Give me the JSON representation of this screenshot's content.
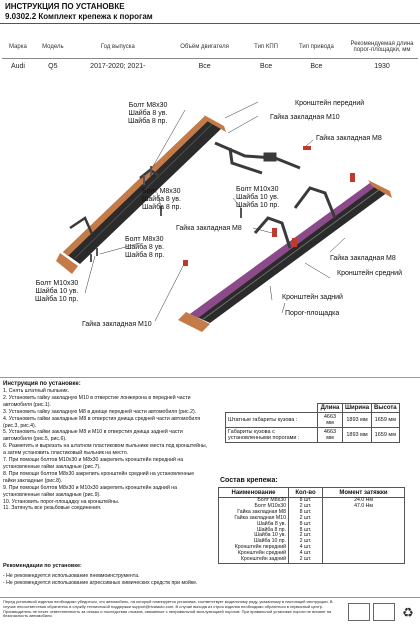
{
  "header": {
    "title": "ИНСТРУКЦИЯ ПО УСТАНОВКЕ",
    "subtitle": "9.0302.2 Комплект крепежа к порогам"
  },
  "spec": {
    "columns": [
      "Марка",
      "Модель",
      "Год выпуска",
      "Объём двигателя",
      "Тип КПП",
      "Тип привода",
      "Рекомендуемая длина порог-площадки, мм"
    ],
    "row": [
      "Audi",
      "Q5",
      "2017-2020; 2021-",
      "Все",
      "Все",
      "Все",
      "1930"
    ]
  },
  "labels": {
    "bolt1": [
      "Болт М8х30",
      "Шайба 8 ув.",
      "Шайба 8 пр."
    ],
    "bolt2": [
      "Болт М8х30",
      "Шайба 8 ув.",
      "Шайба 8 пр."
    ],
    "bolt3": [
      "Болт М10х30",
      "Шайба 10 ув.",
      "Шайба 10 пр."
    ],
    "bolt4": [
      "Болт М8х30",
      "Шайба 8 ув.",
      "Шайба 8 пр."
    ],
    "bolt5": [
      "Болт М10х30",
      "Шайба 10 ув.",
      "Шайба 10 пр."
    ],
    "front_bracket": "Кронштейн передний",
    "nut_m10_top": "Гайка закладная М10",
    "nut_m8_right": "Гайка закладная М8",
    "nut_m8_mid": "Гайка закладная М8",
    "nut_m8_right2": "Гайка закладная М8",
    "middle_bracket": "Кронштейн средний",
    "rear_bracket": "Кронштейн задний",
    "footboard": "Порог-площадка",
    "nut_m10_bottom": "Гайка закладная М10"
  },
  "instructions": {
    "title": "Инструкция по установке:",
    "steps": [
      "1. Снять штатный пыльник.",
      "2. Установить гайку закладную М10 в отверстие лонжерона в передней части автомобиля (рис.1).",
      "3. Установить гайку закладную М8 в днище передней части автомобиля (рис.2).",
      "4. Установить гайки закладные М8 в отверстия днища средней части автомобиля (рис.3, рис.4).",
      "5. Установить гайки закладные М8 и М10 в отверстия днища задней части автомобиля (рис.5, рис.6).",
      "6. Разметить и вырезать на штатном пластиковом пыльнике места под кронштейны, а затем установить пластиковый пыльник на место.",
      "7. При помощи болтов М10х30 и М8х30 закрепить кронштейн передний на установленные гайки закладные (рис.7).",
      "8. При помощи болтов М8х30 закрепить кронштейн средний на установленные гайки закладные (рис.8).",
      "9. При помощи болтов М8х30 и М10х30 закрепить кронштейн задний на установленные гайки закладные (рис.9).",
      "10. Установить порог-площадку на кронштейны.",
      "11. Затянуть все резьбовые соединения."
    ]
  },
  "recommendations": {
    "title": "Рекомендации по установке:",
    "items": [
      "- Не рекомендуется использование пневмоинструмента.",
      "- Не рекомендуется использование агрессивных химических средств при мойке."
    ]
  },
  "dimensions": {
    "columns": [
      "",
      "Длина",
      "Ширина",
      "Высота"
    ],
    "rows": [
      [
        "Штатные габариты кузова :",
        "4663 мм",
        "1893 мм",
        "1659 мм"
      ],
      [
        "Габариты кузова с установленными порогами :",
        "4663 мм",
        "1893 мм",
        "1659 мм"
      ]
    ]
  },
  "composition": {
    "title": "Состав крепежа:",
    "columns": [
      "Наименование",
      "Кол-во",
      "Момент затяжки"
    ],
    "rows": [
      [
        "Болт М8х30",
        "8 шт.",
        "24.0 Нм"
      ],
      [
        "Болт М10х30",
        "2 шт.",
        "47.0 Нм"
      ],
      [
        "Гайка закладная М8",
        "8 шт.",
        ""
      ],
      [
        "Гайка закладная М10",
        "2 шт.",
        ""
      ],
      [
        "Шайба 8 ув.",
        "8 шт.",
        ""
      ],
      [
        "Шайба 8 пр.",
        "8 шт.",
        ""
      ],
      [
        "Шайба 10 ув.",
        "2 шт.",
        ""
      ],
      [
        "Шайба 10 пр.",
        "2 шт.",
        ""
      ],
      [
        "Кронштейн передний",
        "4 шт.",
        ""
      ],
      [
        "Кронштейн средний",
        "4 шт.",
        ""
      ],
      [
        "Кронштейн задний",
        "2 шт.",
        ""
      ]
    ]
  },
  "footer": {
    "text": "Перед установкой изделия необходимо убедиться, что автомобиль, на который планируется установка, соответствует модельному ряду, указанному в настоящей инструкции. В случае несоответствия обратитесь в службу технической поддержки support@rivalauto.com. В случае выхода из строя изделия необходимо обратиться в сервисный центр. Производитель не несет ответственность за отказы и последствия отказов, связанные с неправильной эксплуатацией порогов. При правильной установке пороги не влияют на безопасность автомобиля."
  },
  "colors": {
    "rail_dark": "#2b2b2b",
    "rail_copper": "#c57b48",
    "rail_purple": "#8d4a8a",
    "bracket": "#3a3a3a",
    "nut_red": "#c0392b"
  }
}
